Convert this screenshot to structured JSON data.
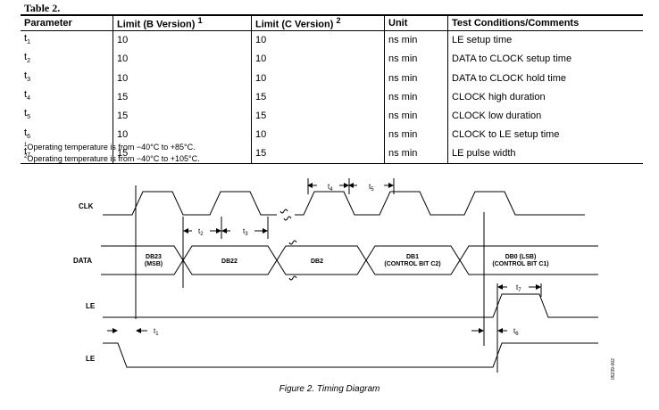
{
  "table": {
    "title": "Table 2.",
    "headers": [
      "Parameter",
      "Limit (B Version)",
      "Limit (C Version)",
      "Unit",
      "Test Conditions/Comments"
    ],
    "header_sups": [
      "",
      "1",
      "2",
      "",
      ""
    ],
    "rows": [
      {
        "param": "t",
        "sub": "1",
        "b": "10",
        "c": "10",
        "unit": "ns min",
        "comment": "LE setup time"
      },
      {
        "param": "t",
        "sub": "2",
        "b": "10",
        "c": "10",
        "unit": "ns min",
        "comment": "DATA to CLOCK setup time"
      },
      {
        "param": "t",
        "sub": "3",
        "b": "10",
        "c": "10",
        "unit": "ns min",
        "comment": "DATA to CLOCK hold time"
      },
      {
        "param": "t",
        "sub": "4",
        "b": "15",
        "c": "15",
        "unit": "ns min",
        "comment": "CLOCK high duration"
      },
      {
        "param": "t",
        "sub": "5",
        "b": "15",
        "c": "15",
        "unit": "ns min",
        "comment": "CLOCK low duration"
      },
      {
        "param": "t",
        "sub": "6",
        "b": "10",
        "c": "10",
        "unit": "ns min",
        "comment": "CLOCK to LE setup time"
      },
      {
        "param": "t",
        "sub": "7",
        "b": "15",
        "c": "15",
        "unit": "ns min",
        "comment": "LE pulse width"
      }
    ]
  },
  "notes": [
    {
      "sup": "1",
      "text": "Operating temperature is from −40°C to +85°C."
    },
    {
      "sup": "2",
      "text": "Operating temperature is from −40°C to +105°C."
    }
  ],
  "diagram": {
    "signals": {
      "clk": "CLK",
      "data": "DATA",
      "le1": "LE",
      "le2": "LE"
    },
    "bits": {
      "db23_line1": "DB23",
      "db23_line2": "(MSB)",
      "db22": "DB22",
      "db2": "DB2",
      "db1_line1": "DB1",
      "db1_line2": "(CONTROL BIT C2)",
      "db0_line1": "DB0 (LSB)",
      "db0_line2": "(CONTROL BIT C1)"
    },
    "timing_labels": {
      "t1": "t",
      "t2": "t",
      "t3": "t",
      "t4": "t",
      "t5": "t",
      "t6": "t",
      "t7": "t"
    },
    "timing_subs": {
      "t1": "1",
      "t2": "2",
      "t3": "3",
      "t4": "4",
      "t5": "5",
      "t6": "6",
      "t7": "7"
    },
    "figure_code": "05239-002",
    "caption": "Figure 2. Timing Diagram"
  }
}
